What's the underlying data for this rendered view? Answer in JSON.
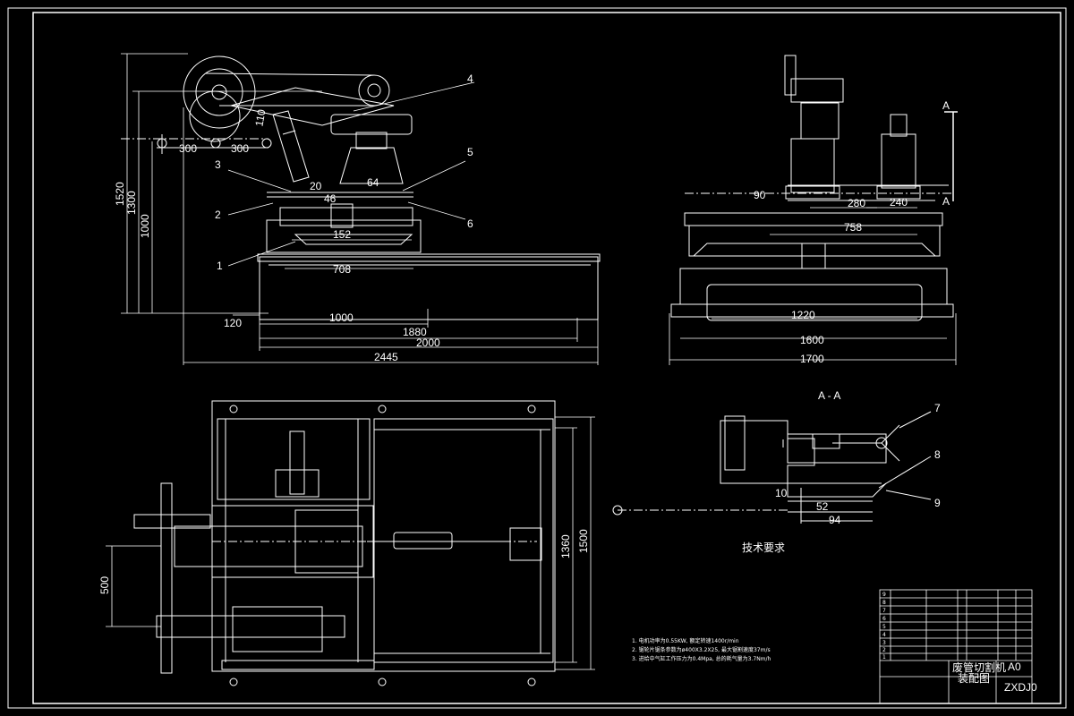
{
  "front_view": {
    "dims": {
      "d300a": "300",
      "d300b": "300",
      "d110": "110",
      "d20": "20",
      "d46": "46",
      "d64": "64",
      "d152": "152",
      "d708": "708",
      "d120": "120",
      "d1000h": "1000",
      "d1880": "1880",
      "d2000": "2000",
      "d2445": "2445",
      "d1520": "1520",
      "d1300": "1300",
      "d1000v": "1000"
    },
    "balloons": [
      "1",
      "2",
      "3",
      "4",
      "5",
      "6"
    ]
  },
  "side_view": {
    "dims": {
      "d90": "90",
      "d280": "280",
      "d240": "240",
      "d758": "758",
      "d1220": "1220",
      "d1600": "1600",
      "d1700": "1700"
    },
    "section_mark": "A",
    "section_mark_small": "A"
  },
  "section_view": {
    "title": "A - A",
    "dims": {
      "d10": "10",
      "d52": "52",
      "d94": "94"
    },
    "balloons": [
      "7",
      "8",
      "9"
    ]
  },
  "top_view": {
    "dims": {
      "d500": "500",
      "d1360": "1360",
      "d1500": "1500"
    }
  },
  "notes": {
    "heading": "技术要求",
    "lines": [
      "1. 电机功率为0.55KW, 额定转速1400r/min",
      "2. 锯轮片锯条参数为ø400X3.2X25, 最大锯割速度37m/s",
      "3. 进给中气缸工作压力为0.4Mpa, 总的耗气量为3.7Nm/h"
    ]
  },
  "title_block": {
    "title_line1": "废管切割机",
    "title_line2": "装配图",
    "scale": "A0",
    "drawing_no": "ZXDJ0",
    "parts_rows": [
      "9",
      "8",
      "7",
      "6",
      "5",
      "4",
      "3",
      "2",
      "1"
    ]
  }
}
